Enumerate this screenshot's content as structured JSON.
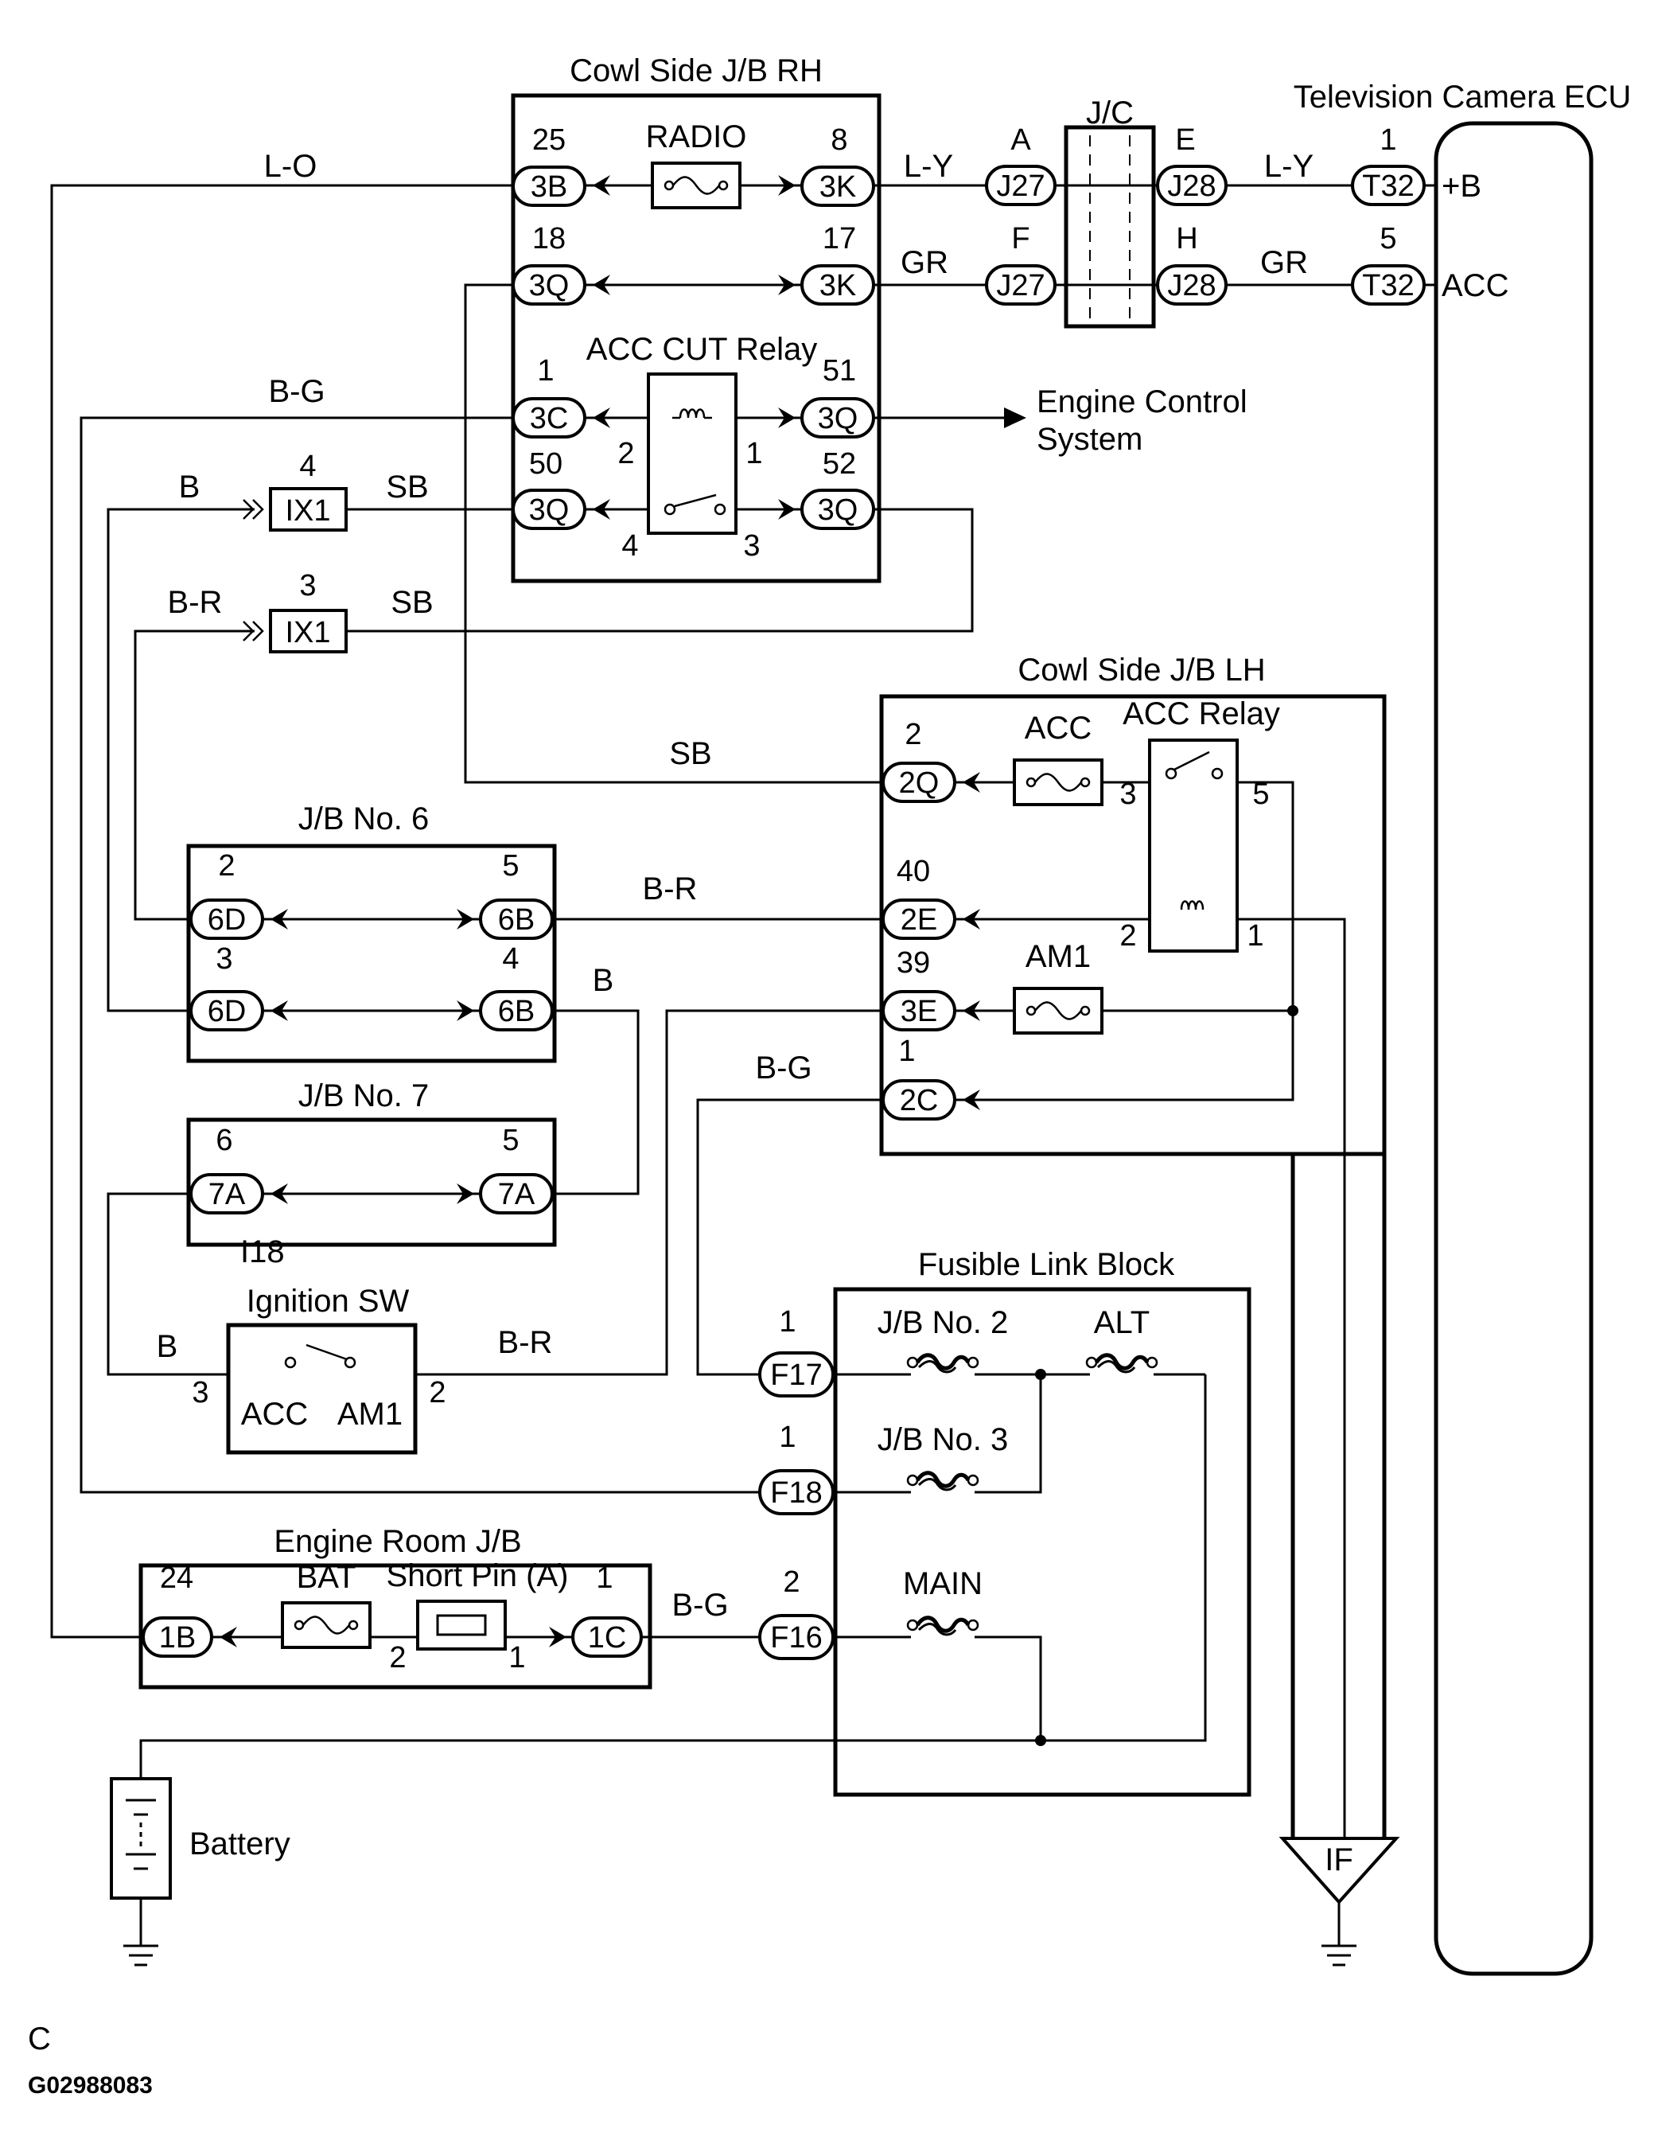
{
  "blocks": {
    "cowl_rh": "Cowl Side J/B RH",
    "cowl_lh": "Cowl Side J/B LH",
    "jc": "J/C",
    "tv_ecu": "Television Camera ECU",
    "jb6": "J/B No. 6",
    "jb7": "J/B No. 7",
    "ign_sw": "Ignition SW",
    "fusible": "Fusible Link Block",
    "engine_room": "Engine Room J/B",
    "battery": "Battery",
    "engine_control": "Engine Control",
    "engine_control2": "System"
  },
  "components": {
    "radio": "RADIO",
    "acc_cut": "ACC CUT Relay",
    "acc": "ACC",
    "acc_relay": "ACC Relay",
    "am1": "AM1",
    "bat": "BAT",
    "short_pin": "Short Pin (A)",
    "fl_jb2": "J/B No. 2",
    "fl_jb3": "J/B No. 3",
    "alt": "ALT",
    "main": "MAIN",
    "sw_acc": "ACC",
    "sw_am1": "AM1",
    "ecu_b": "+B",
    "ecu_acc": "ACC",
    "if": "IF",
    "i18": "I18"
  },
  "wires": {
    "lo": "L-O",
    "ly1": "L-Y",
    "ly2": "L-Y",
    "gr1": "GR",
    "gr2": "GR",
    "bg1": "B-G",
    "b1": "B",
    "sb1": "SB",
    "br1": "B-R",
    "sb2": "SB",
    "sb3": "SB",
    "br2": "B-R",
    "b2": "B",
    "bg2": "B-G",
    "b3": "B",
    "br3": "B-R",
    "bg3": "B-G"
  },
  "connectors": {
    "c3b": "3B",
    "c3k1": "3K",
    "c3q1": "3Q",
    "c3k2": "3K",
    "c3c": "3C",
    "c3q2": "3Q",
    "c3q3": "3Q",
    "c3q4": "3Q",
    "ix1a": "IX1",
    "ix1b": "IX1",
    "j27a": "J27",
    "j27b": "J27",
    "j28a": "J28",
    "j28b": "J28",
    "t32a": "T32",
    "t32b": "T32",
    "c2q": "2Q",
    "c2e": "2E",
    "c3e": "3E",
    "c2c": "2C",
    "c6d1": "6D",
    "c6b1": "6B",
    "c6d2": "6D",
    "c6b2": "6B",
    "c7a1": "7A",
    "c7a2": "7A",
    "f17": "F17",
    "f18": "F18",
    "f16": "F16",
    "c1b": "1B",
    "c1c": "1C"
  },
  "pins": {
    "p25": "25",
    "p8": "8",
    "p18": "18",
    "p17": "17",
    "p1a": "1",
    "p51": "51",
    "p50": "50",
    "p52": "52",
    "r2": "2",
    "r1": "1",
    "r4": "4",
    "r3": "3",
    "ix4": "4",
    "ix3": "3",
    "pA": "A",
    "pF": "F",
    "pE": "E",
    "pH": "H",
    "t1": "1",
    "t5": "5",
    "p2": "2",
    "p40": "40",
    "p39": "39",
    "p1b": "1",
    "ar3": "3",
    "ar5": "5",
    "ar2": "2",
    "ar1": "1",
    "j6_2": "2",
    "j6_5": "5",
    "j6_3": "3",
    "j6_4": "4",
    "j7_6": "6",
    "j7_5": "5",
    "sw3": "3",
    "sw2": "2",
    "f17p": "1",
    "f18p": "1",
    "f16p": "2",
    "e24": "24",
    "e1": "1",
    "sp2": "2",
    "sp1": "1"
  },
  "footer": {
    "letter": "C",
    "code": "G02988083"
  }
}
